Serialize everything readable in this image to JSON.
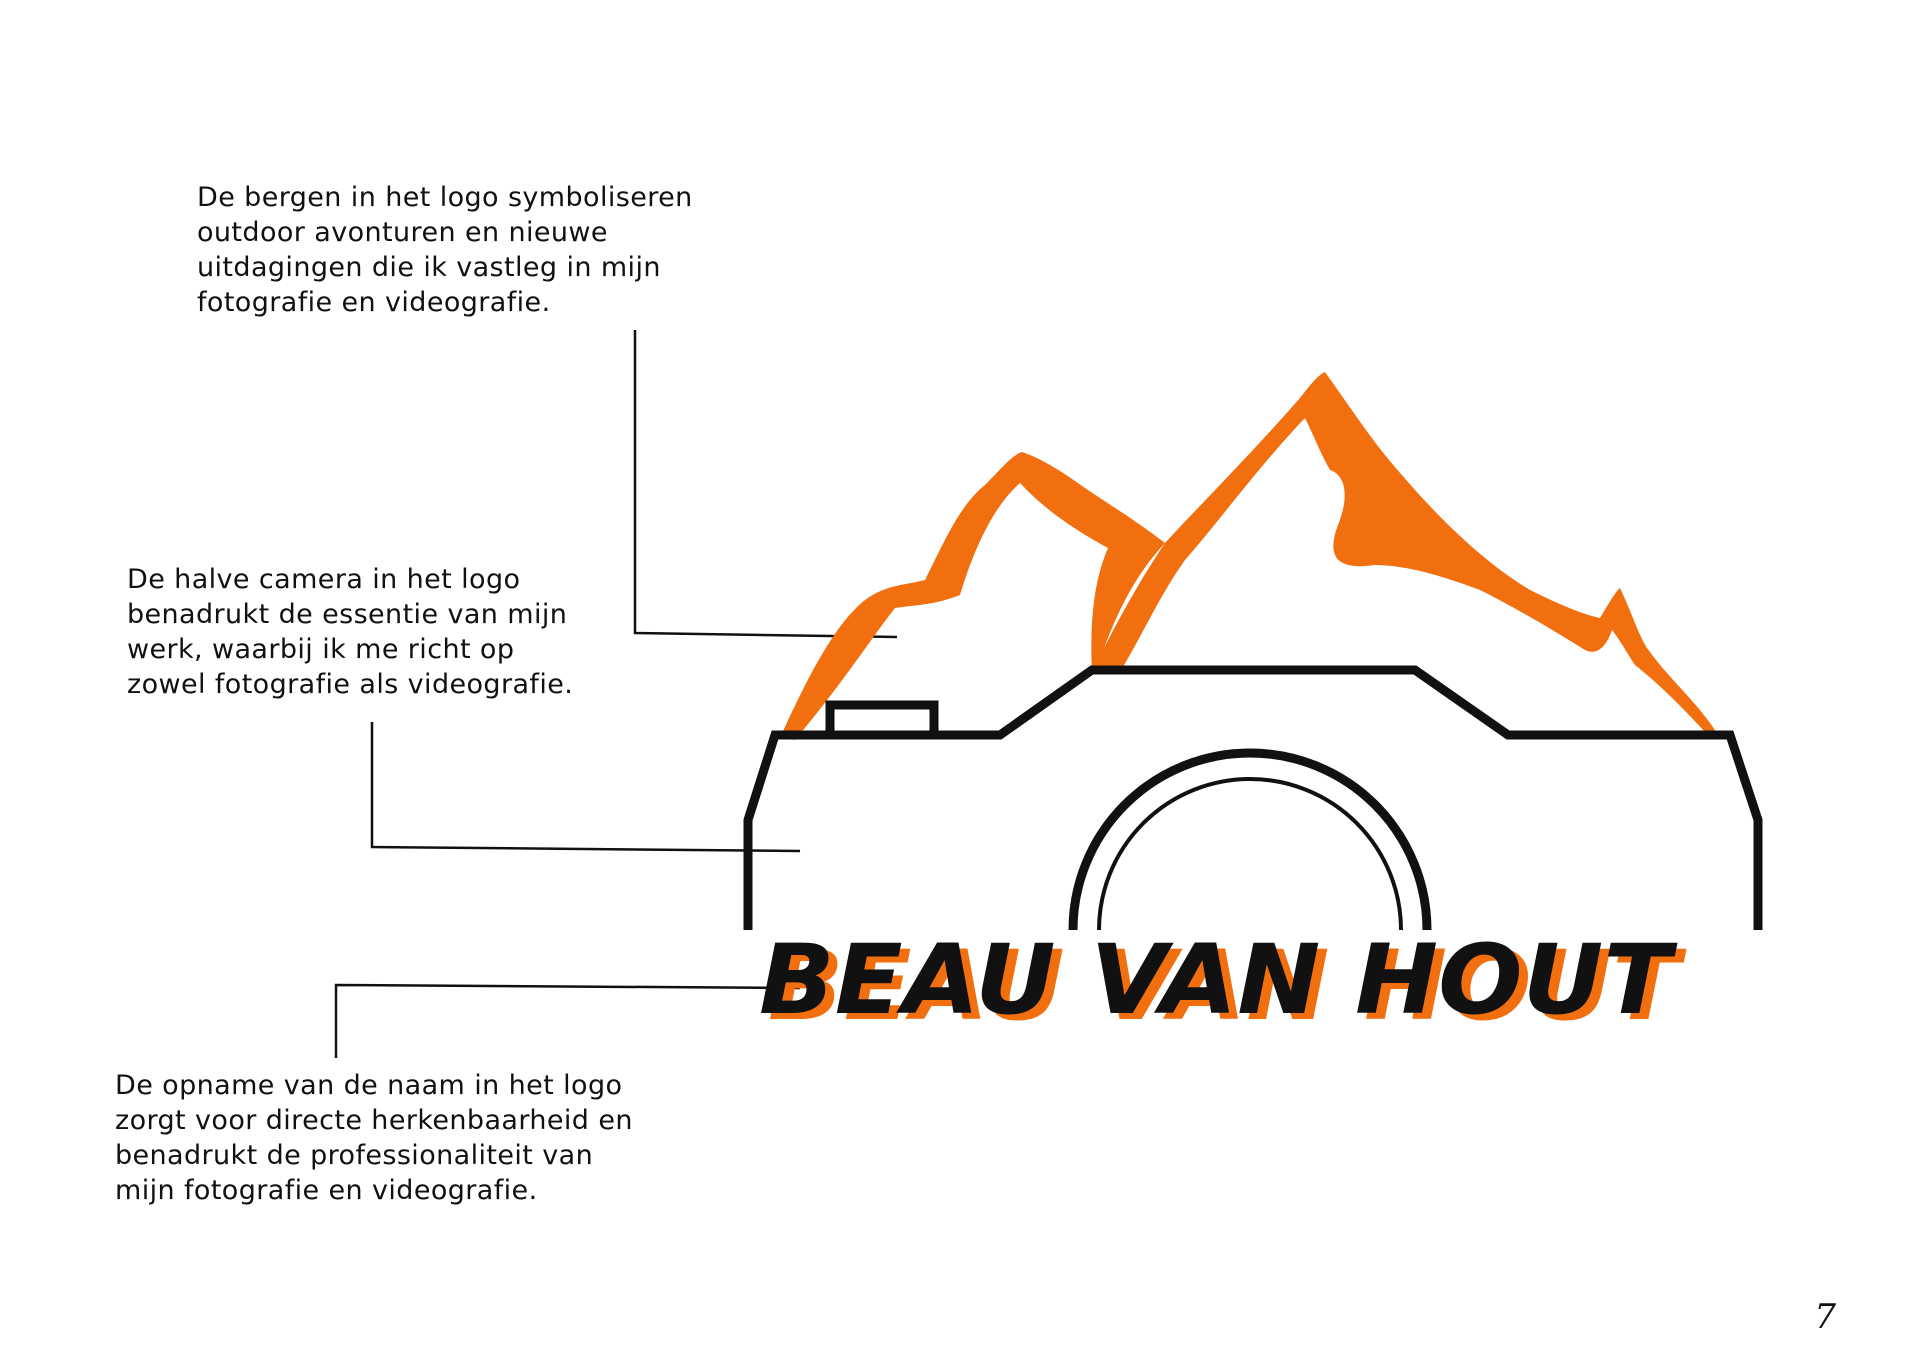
{
  "annotations": {
    "mountains": [
      "De bergen in het logo symboliseren",
      "outdoor avonturen en nieuwe",
      "uitdagingen die ik vastleg in mijn",
      "fotografie en videografie."
    ],
    "camera": [
      "De halve camera in het logo",
      "benadrukt de essentie van mijn",
      "werk, waarbij ik me richt op",
      "zowel fotografie als videografie."
    ],
    "name": [
      "De opname van de naam in het logo",
      "zorgt voor directe herkenbaarheid en",
      "benadrukt de professionaliteit van",
      "mijn fotografie en videografie."
    ]
  },
  "logo": {
    "name": "BEAU VAN HOUT",
    "colors": {
      "accent": "#f26f0f",
      "outline": "#111111"
    }
  },
  "page_number": "7"
}
